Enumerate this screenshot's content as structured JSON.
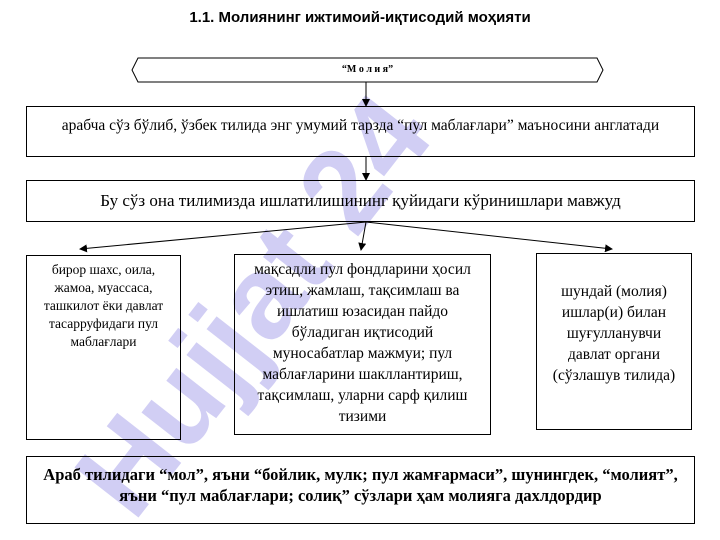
{
  "title": "1.1. Молиянинг ижтимоий-иқтисодий моҳияти",
  "top_node": "“М о л и я”",
  "box1": "арабча сўз бўлиб, ўзбек тилида энг умумий тарзда  “пул маблағлари” маъносини англатади",
  "box2": "Бу сўз она тилимизда ишлатилишининг қуйидаги кўринишлари мавжуд",
  "left_box": "бирор шахс, оила, жамоа, муассаса, ташкилот ёки давлат тасарруфидаги пул маблағлари",
  "middle_box": "мақсадли пул фондларини ҳосил этиш, жамлаш, тақсимлаш ва ишлатиш юзасидан пайдо бўладиган иқтисодий муносабатлар мажмуи; пул маблағларини шакллантириш, тақсимлаш, уларни сарф қилиш тизими",
  "right_box": "шундай (молия) ишлар(и) билан шуғулланувчи давлат органи (сўзлашув тилида)",
  "bottom_box": "Араб тилидаги “мол”, яъни “бойлик, мулк; пул жамғармаси”, шунингдек, “молият”, яъни “пул маблағлари; солиқ” сўзлари ҳам молияга дахлдордир",
  "watermark": "Hujjat 24",
  "colors": {
    "watermark": "#c9c6f2",
    "border": "#000000"
  }
}
